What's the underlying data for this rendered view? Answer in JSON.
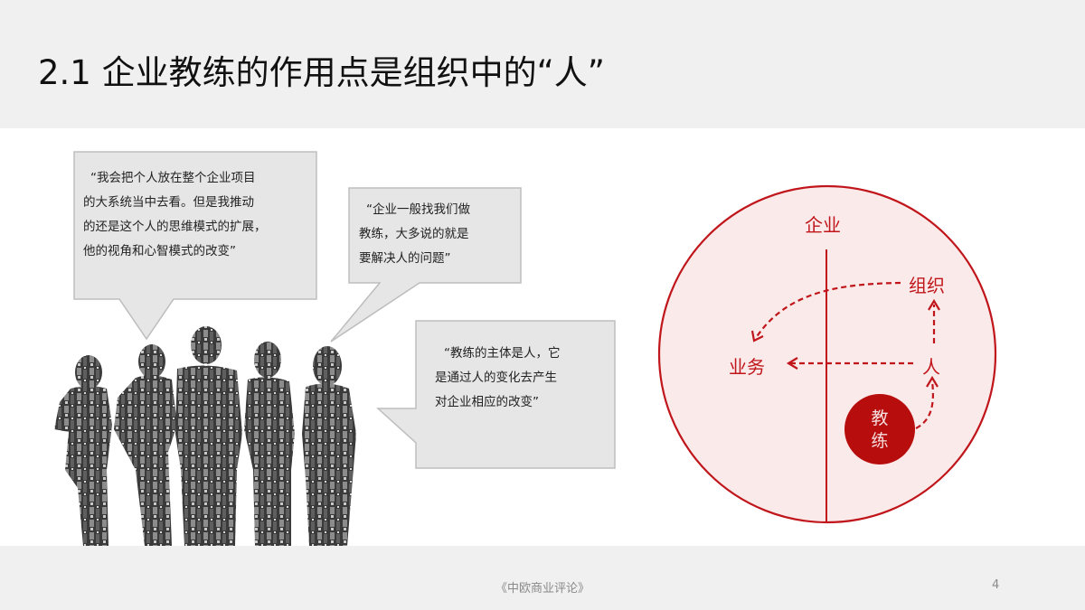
{
  "header": {
    "title": "2.1 企业教练的作用点是组织中的“人”"
  },
  "quotes": [
    {
      "lines": [
        "“我会把个人放在整个企业项目",
        "的大系统当中去看。但是我推动",
        "的还是这个人的思维模式的扩展，",
        "他的视角和心智模式的改变”"
      ]
    },
    {
      "lines": [
        "“企业一般找我们做",
        "教练，大多说的就是",
        "要解决人的问题”"
      ]
    },
    {
      "lines": [
        "“教练的主体是人，它",
        "是通过人的变化去产生",
        "对企业相应的改变”"
      ]
    }
  ],
  "diagram": {
    "outer_label": "企业",
    "labels": {
      "org": "组织",
      "business": "业务",
      "person": "人"
    },
    "coach": {
      "line1": "教",
      "line2": "练"
    },
    "colors": {
      "accent": "#c0161b",
      "fill": "#fbeaea",
      "coach_fill": "#b80d0d"
    }
  },
  "footer": {
    "source": "《中欧商业评论》",
    "page_number": "4"
  }
}
